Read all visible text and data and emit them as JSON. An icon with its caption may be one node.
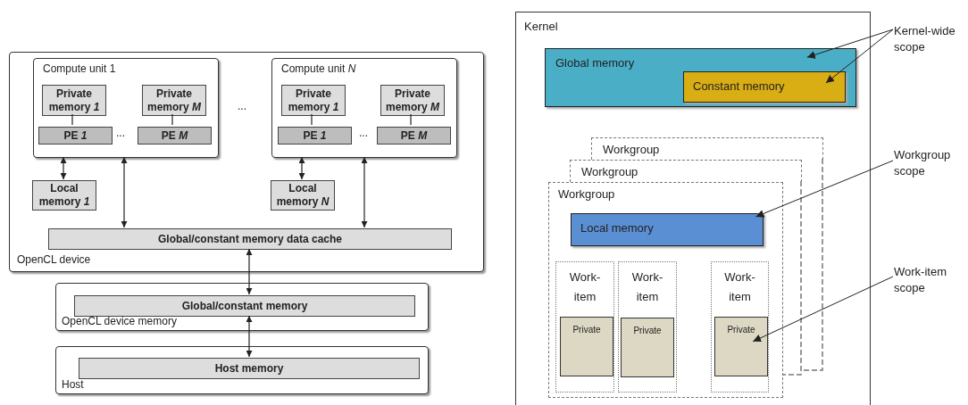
{
  "diagram": {
    "nodes": [
      {
        "text": [
          "OpenCL device"
        ]
      },
      {
        "text": [
          "Compute unit 1"
        ],
        "in": 0
      },
      {
        "text": [
          "Private memory *1*"
        ],
        "in": 1
      },
      {
        "text": [
          "Private memory *M*"
        ],
        "in": 1
      },
      {
        "text": [
          "PE *1*"
        ],
        "in": 1
      },
      {
        "text": [
          "PE *M*"
        ],
        "in": 1
      },
      {
        "text": [
          "Compute unit *N*"
        ],
        "in": 0
      },
      {
        "text": [
          "Private memory *1*"
        ],
        "in": 6
      },
      {
        "text": [
          "Private memory *M*"
        ],
        "in": 6
      },
      {
        "text": [
          "PE *1*"
        ],
        "in": 6
      },
      {
        "text": [
          "PE *M*"
        ],
        "in": 6
      },
      {
        "text": [
          "Local memory *1*"
        ],
        "in": 0
      },
      {
        "text": [
          "Local memory *N*"
        ],
        "in": 0
      },
      {
        "text": [
          "Global/constant memory data cache"
        ],
        "in": 0
      },
      {
        "text": [
          "OpenCL device memory"
        ]
      },
      {
        "text": [
          "Global/constant memory"
        ],
        "in": 14
      },
      {
        "text": [
          "Host"
        ]
      },
      {
        "text": [
          "Host memory"
        ],
        "in": 16
      },
      {
        "text": [
          "Kernel"
        ]
      },
      {
        "text": [
          "Global memory"
        ],
        "in": 18
      },
      {
        "text": [
          "Constant memory"
        ],
        "in": 19
      },
      {
        "text": [
          "Workgroup"
        ],
        "in": 18
      },
      {
        "text": [
          "Workgroup"
        ],
        "in": 18
      },
      {
        "text": [
          "Workgroup"
        ],
        "in": 18
      },
      {
        "text": [
          "Local memory"
        ],
        "in": 23
      },
      {
        "text": [
          "Work-item"
        ],
        "in": 23
      },
      {
        "text": [
          "Private"
        ],
        "in": 25
      },
      {
        "text": [
          "Work-item"
        ],
        "in": 23
      },
      {
        "text": [
          "Private"
        ],
        "in": 27
      },
      {
        "text": [
          "Work-item"
        ],
        "in": 23
      },
      {
        "text": [
          "Private"
        ],
        "in": 29
      },
      {
        "text": [
          "Kernel-wide scope"
        ]
      },
      {
        "text": [
          "Workgroup scope"
        ]
      },
      {
        "text": [
          "Work-item scope"
        ]
      }
    ],
    "edges": [
      {
        "from": 2,
        "to": 4,
        "arrow": "none"
      },
      {
        "from": 3,
        "to": 5,
        "arrow": "none"
      },
      {
        "from": 7,
        "to": 9,
        "arrow": "none"
      },
      {
        "from": 8,
        "to": 10,
        "arrow": "none"
      },
      {
        "from": 1,
        "to": 11,
        "arrow": "both"
      },
      {
        "from": 1,
        "to": 13,
        "arrow": "both"
      },
      {
        "from": 6,
        "to": 12,
        "arrow": "both"
      },
      {
        "from": 6,
        "to": 13,
        "arrow": "both"
      },
      {
        "from": 13,
        "to": 15,
        "arrow": "both"
      },
      {
        "from": 15,
        "to": 17,
        "arrow": "both"
      },
      {
        "from": 31,
        "to": 19,
        "arrow": "to"
      },
      {
        "from": 31,
        "to": 20,
        "arrow": "to"
      },
      {
        "from": 32,
        "to": 24,
        "arrow": "to"
      },
      {
        "from": 33,
        "to": 30,
        "arrow": "to"
      }
    ],
    "labels": [
      "...",
      "...",
      "..."
    ]
  }
}
